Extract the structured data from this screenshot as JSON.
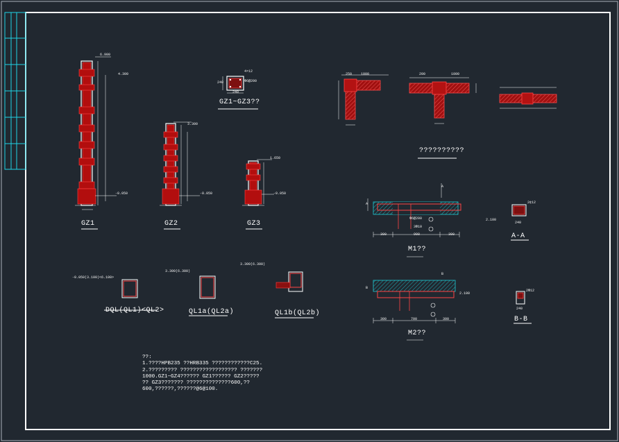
{
  "drawing": {
    "column_titles": [
      "GZ1",
      "GZ2",
      "GZ3"
    ],
    "section_gz_title": "GZ1~GZ3??",
    "beam_titles": [
      "DQL(QL1)<QL2>",
      "QL1a(QL2a)",
      "QL1b(QL2b)"
    ],
    "junction_title": "??????????",
    "lintel_titles": [
      "M1??",
      "M2??"
    ],
    "section_cut_titles": [
      "A-A",
      "B-B"
    ],
    "cut_markers": [
      "A",
      "A",
      "B",
      "B"
    ],
    "elevations": [
      "6.900",
      "4.300",
      "3.300",
      "1.650",
      "-0.050",
      "-0.050",
      "-0.050"
    ],
    "beam_elevations": [
      "-0.050(3.100)<6.100>",
      "3.300(6.300)",
      "3.300(6.300)"
    ],
    "dims_gz": [
      "240",
      "240",
      "4×12",
      "Φ6@200"
    ],
    "dims_misc": [
      "300",
      "300",
      "900",
      "300",
      "700",
      "300",
      "240",
      "240",
      "2¢12",
      "2Φ12",
      "Φ6@200",
      "3Φ10",
      "2.100",
      "2.100",
      "250",
      "1000",
      "1000",
      "200"
    ],
    "notes": [
      "??:",
      "1.????HPB235 ??HRB335 ????????????C25.",
      "2.????????? ?????????????????? ???????",
      "1000.GZ1~GZ4?????? GZ1?????? GZ2?????",
      "?? GZ3??????? ??????????????600,??",
      "600,??????,??????@6@100."
    ]
  }
}
